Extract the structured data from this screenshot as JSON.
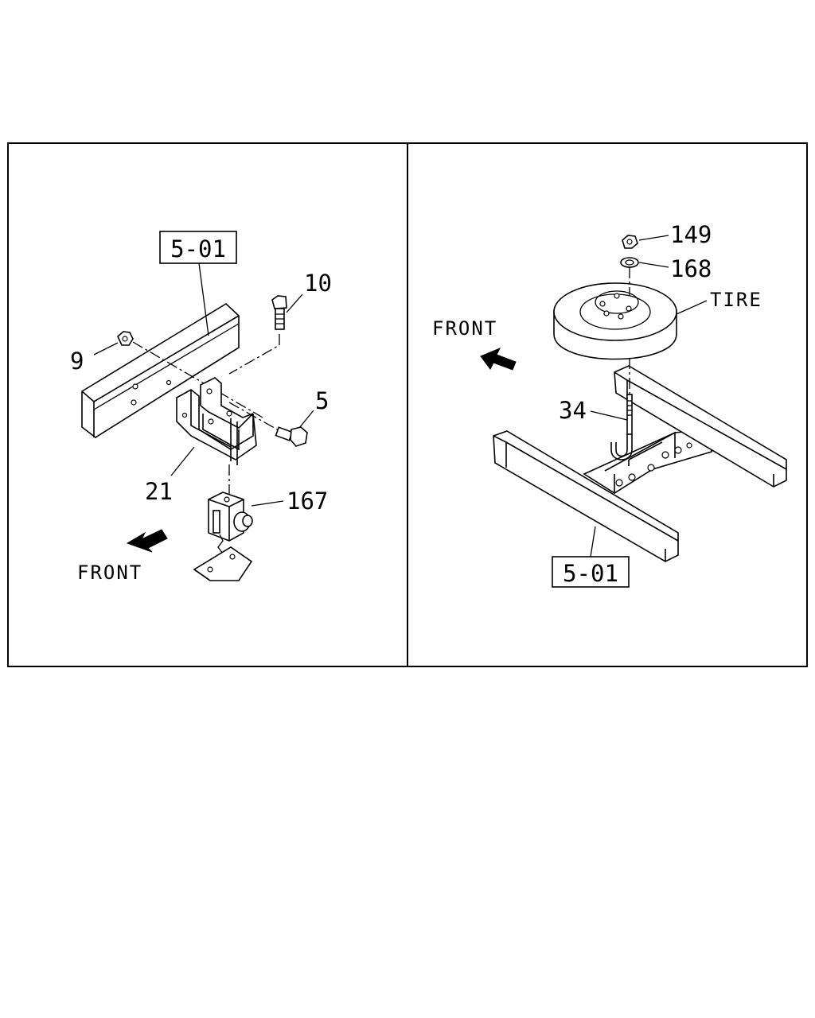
{
  "left_panel": {
    "ref_box": "5-01",
    "callouts": {
      "bolt_10": "10",
      "nut_9": "9",
      "bolt_5": "5",
      "bracket_21": "21",
      "winch_167": "167"
    },
    "front_label": "FRONT"
  },
  "right_panel": {
    "ref_box": "5-01",
    "callouts": {
      "nut_149": "149",
      "washer_168": "168",
      "tire": "TIRE",
      "hook_34": "34"
    },
    "front_label": "FRONT"
  }
}
